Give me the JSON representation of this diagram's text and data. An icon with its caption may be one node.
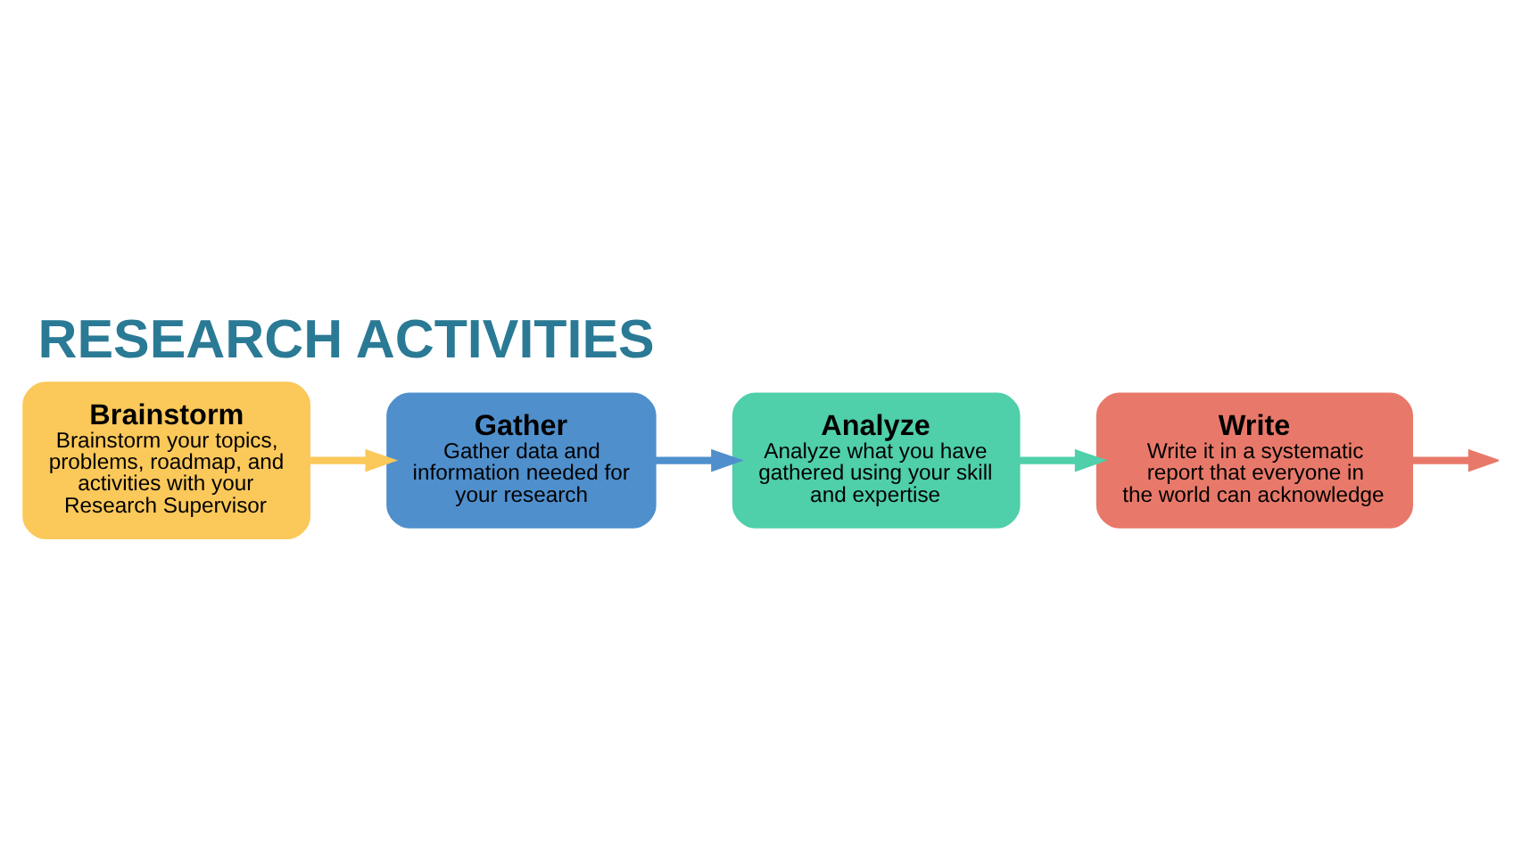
{
  "diagram": {
    "title": "RESEARCH ACTIVITIES",
    "nodes": [
      {
        "text": [
          "Brainstorm",
          "Brainstorm your topics, problems, roadmap, and activities with your Research Supervisor"
        ]
      },
      {
        "text": [
          "Gather",
          "Gather data and information needed for your research"
        ]
      },
      {
        "text": [
          "Analyze",
          "Analyze what you have gathered using your skill and expertise"
        ]
      },
      {
        "text": [
          "Write",
          "Write it in a systematic report that everyone in the world can acknowledge"
        ]
      }
    ],
    "edges": [
      {
        "from": 0,
        "to": 1,
        "arrow": "to",
        "color": "#fbc85a"
      },
      {
        "from": 1,
        "to": 2,
        "arrow": "to",
        "color": "#4f8fcc"
      },
      {
        "from": 2,
        "to": 3,
        "arrow": "to",
        "color": "#4fcfaa"
      },
      {
        "from": 3,
        "to": null,
        "arrow": "to",
        "color": "#e8796a"
      }
    ]
  }
}
